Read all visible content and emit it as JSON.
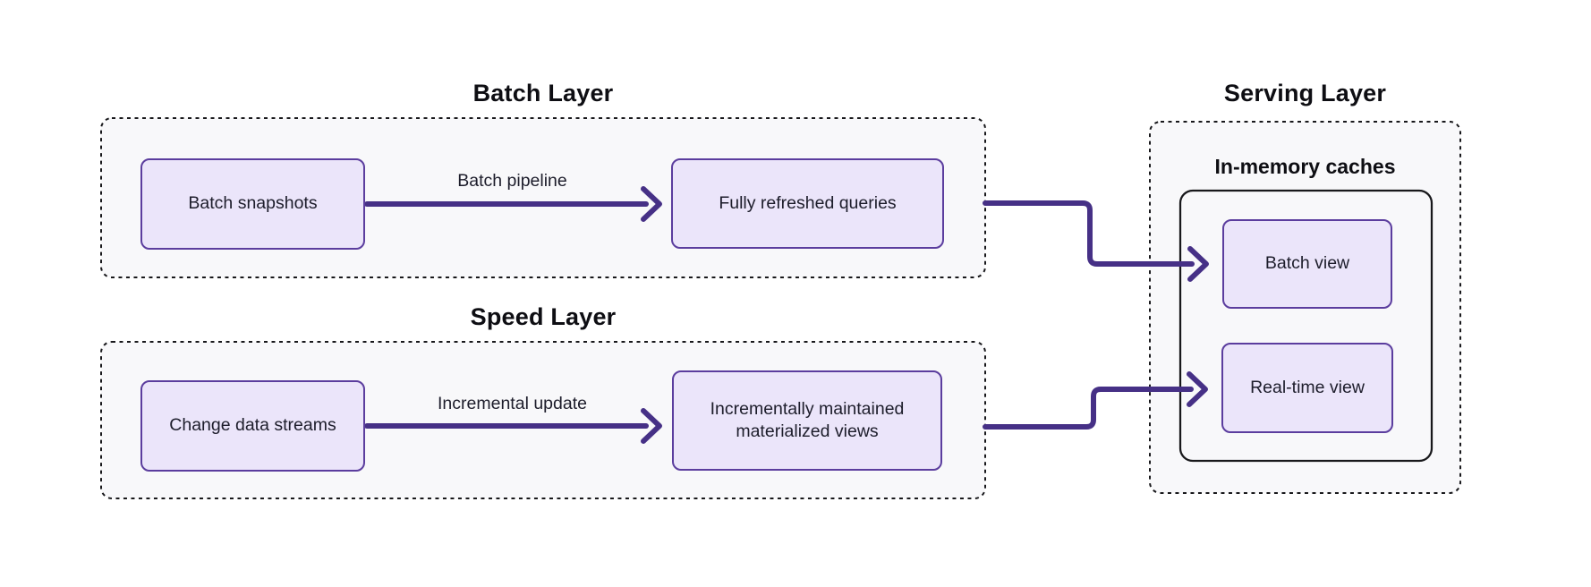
{
  "theme": {
    "background": "#ffffff",
    "container_fill": "#f8f8fa",
    "container_border": "#18181b",
    "node_fill": "#ebe5fa",
    "node_border": "#5b3d9e",
    "arrow_color": "#463086",
    "title_color": "#0e0e13",
    "text_color": "#1d1d2b"
  },
  "batch_layer": {
    "title": "Batch Layer",
    "source_node": "Batch snapshots",
    "arrow_label": "Batch pipeline",
    "target_node": "Fully refreshed queries"
  },
  "speed_layer": {
    "title": "Speed Layer",
    "source_node": "Change data streams",
    "arrow_label": "Incremental update",
    "target_node": "Incrementally maintained materialized views"
  },
  "serving_layer": {
    "title": "Serving Layer",
    "cache_group_label": "In-memory caches",
    "nodes": [
      "Batch view",
      "Real-time view"
    ]
  }
}
